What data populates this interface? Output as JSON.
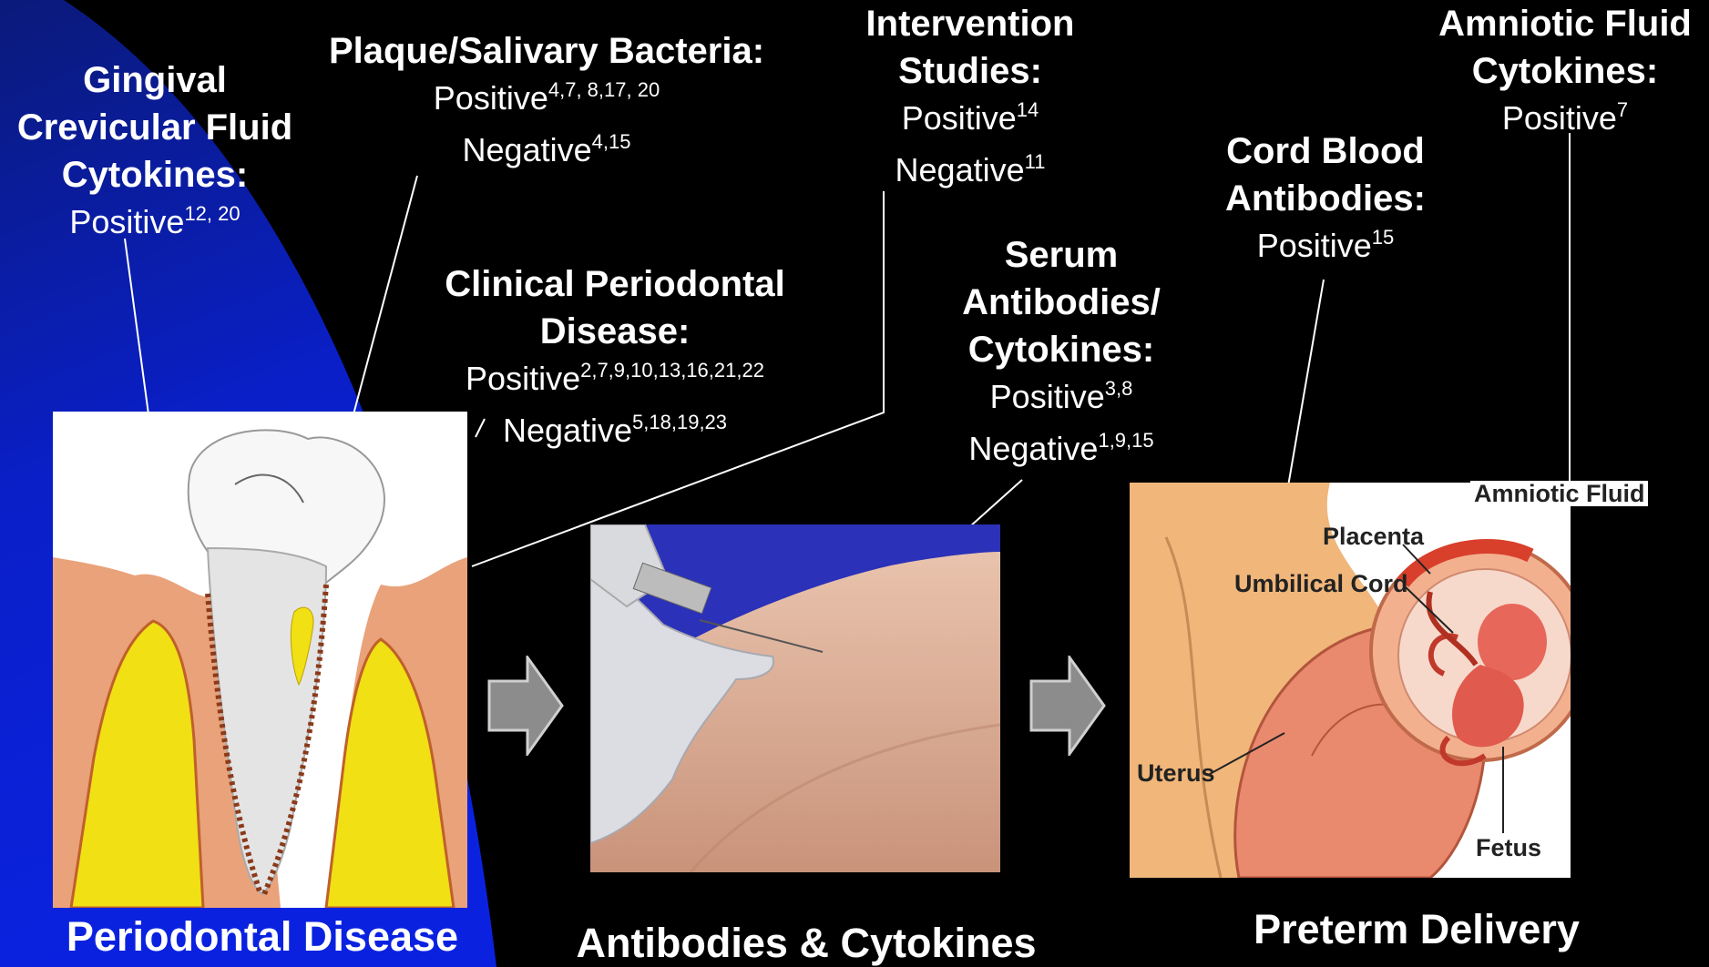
{
  "labels": {
    "gcf": {
      "title": [
        "Gingival",
        "Crevicular Fluid",
        "Cytokines:"
      ],
      "positive": "Positive",
      "positive_refs": "12, 20"
    },
    "plaque": {
      "title": [
        "Plaque/Salivary Bacteria:"
      ],
      "positive": "Positive",
      "positive_refs": "4,7, 8,17, 20",
      "negative": "Negative",
      "negative_refs": "4,15"
    },
    "clinical": {
      "title": [
        "Clinical Periodontal",
        "Disease:"
      ],
      "positive": "Positive",
      "positive_refs": "2,7,9,10,13,16,21,22",
      "negative": "Negative",
      "negative_refs": "5,18,19,23"
    },
    "intervention": {
      "title": [
        "Intervention",
        "Studies:"
      ],
      "positive": "Positive",
      "positive_refs": "14",
      "negative": "Negative",
      "negative_refs": "11"
    },
    "serum": {
      "title": [
        "Serum",
        "Antibodies/",
        "Cytokines:"
      ],
      "positive": "Positive",
      "positive_refs": "3,8",
      "negative": "Negative",
      "negative_refs": "1,9,15"
    },
    "cord": {
      "title": [
        "Cord Blood",
        "Antibodies:"
      ],
      "positive": "Positive",
      "positive_refs": "15"
    },
    "amniotic": {
      "title": [
        "Amniotic Fluid",
        "Cytokines:"
      ],
      "positive": "Positive",
      "positive_refs": "7"
    }
  },
  "captions": {
    "periodontal": "Periodontal Disease",
    "antibodies": "Antibodies & Cytokines",
    "preterm": "Preterm Delivery"
  },
  "fetus_annotations": {
    "amniotic_fluid": "Amniotic Fluid",
    "placenta": "Placenta",
    "umbilical_cord": "Umbilical Cord",
    "uterus": "Uterus",
    "fetus": "Fetus"
  },
  "colors": {
    "background": "#000000",
    "blue_wedge": "#0a1bd0",
    "arrow": "#8c8c8c",
    "tooth_gum": "#e9a27a",
    "bone": "#f0e014"
  }
}
